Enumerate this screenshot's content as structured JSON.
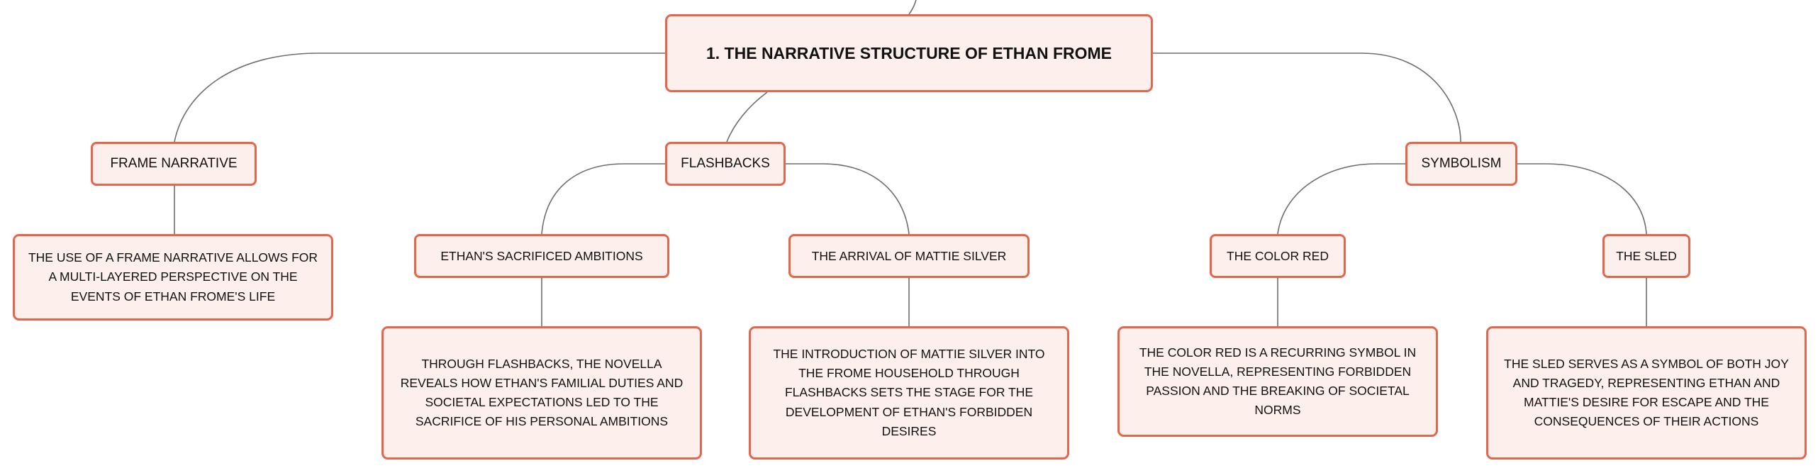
{
  "diagram": {
    "root": {
      "label": "1. THE NARRATIVE STRUCTURE OF ETHAN FROME"
    },
    "frame_narrative": {
      "label": "FRAME NARRATIVE",
      "detail": "THE USE OF A FRAME NARRATIVE ALLOWS FOR A MULTI-LAYERED PERSPECTIVE ON THE EVENTS OF ETHAN FROME'S LIFE"
    },
    "flashbacks": {
      "label": "FLASHBACKS",
      "sacrificed_ambitions": {
        "label": "ETHAN'S SACRIFICED AMBITIONS",
        "detail": "THROUGH FLASHBACKS, THE NOVELLA REVEALS HOW ETHAN'S FAMILIAL DUTIES AND SOCIETAL EXPECTATIONS LED TO THE SACRIFICE OF HIS PERSONAL AMBITIONS"
      },
      "mattie_arrival": {
        "label": "THE ARRIVAL OF MATTIE SILVER",
        "detail": "THE INTRODUCTION OF MATTIE SILVER INTO THE FROME HOUSEHOLD THROUGH FLASHBACKS SETS THE STAGE FOR THE DEVELOPMENT OF ETHAN'S FORBIDDEN DESIRES"
      }
    },
    "symbolism": {
      "label": "SYMBOLISM",
      "color_red": {
        "label": "THE COLOR RED",
        "detail": "THE COLOR RED IS A RECURRING SYMBOL IN THE NOVELLA, REPRESENTING FORBIDDEN PASSION AND THE BREAKING OF SOCIETAL NORMS"
      },
      "sled": {
        "label": "THE SLED",
        "detail": "THE SLED SERVES AS A SYMBOL OF BOTH JOY AND TRAGEDY, REPRESENTING ETHAN AND MATTIE'S DESIRE FOR ESCAPE AND THE CONSEQUENCES OF THEIR ACTIONS"
      }
    }
  },
  "colors": {
    "node_border": "#e2674f",
    "node_fill": "#fdf0ec",
    "connector": "#6e6e6e",
    "text": "#111111"
  }
}
